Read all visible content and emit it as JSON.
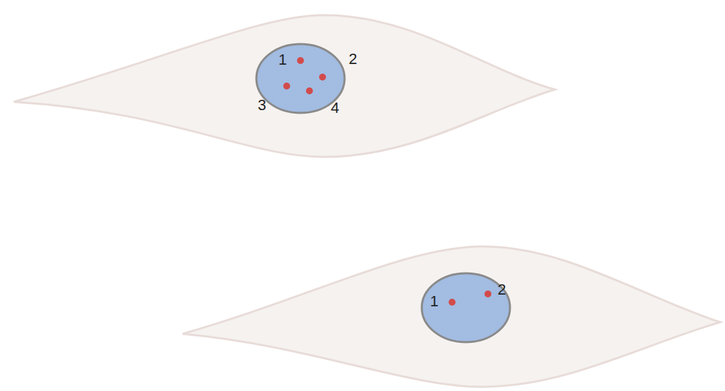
{
  "diagram": {
    "labels": [
      "1",
      "2",
      "3",
      "4",
      "1",
      "2"
    ]
  }
}
